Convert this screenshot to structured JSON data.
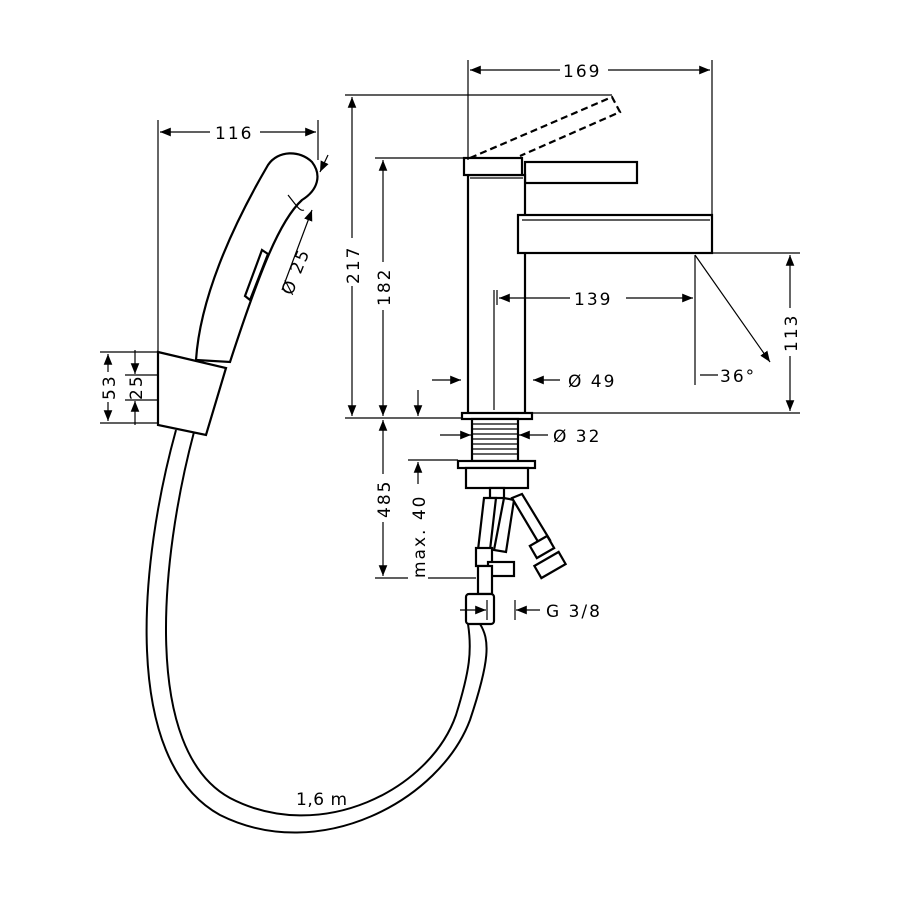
{
  "drawing": {
    "dimensions": {
      "spout_reach_total": "169",
      "hand_shower_length": "116",
      "total_height": "217",
      "body_height": "182",
      "shower_head_diameter": "Ø 25",
      "spout_projection": "139",
      "spout_height": "113",
      "lever_angle": "36°",
      "body_diameter": "Ø 49",
      "thread_diameter": "Ø 32",
      "holder_height": "53",
      "holder_inner": "25",
      "shank_length": "485",
      "max_counter_thickness": "max. 40",
      "connection_thread": "G 3/8",
      "hose_length": "1,6 m"
    }
  }
}
